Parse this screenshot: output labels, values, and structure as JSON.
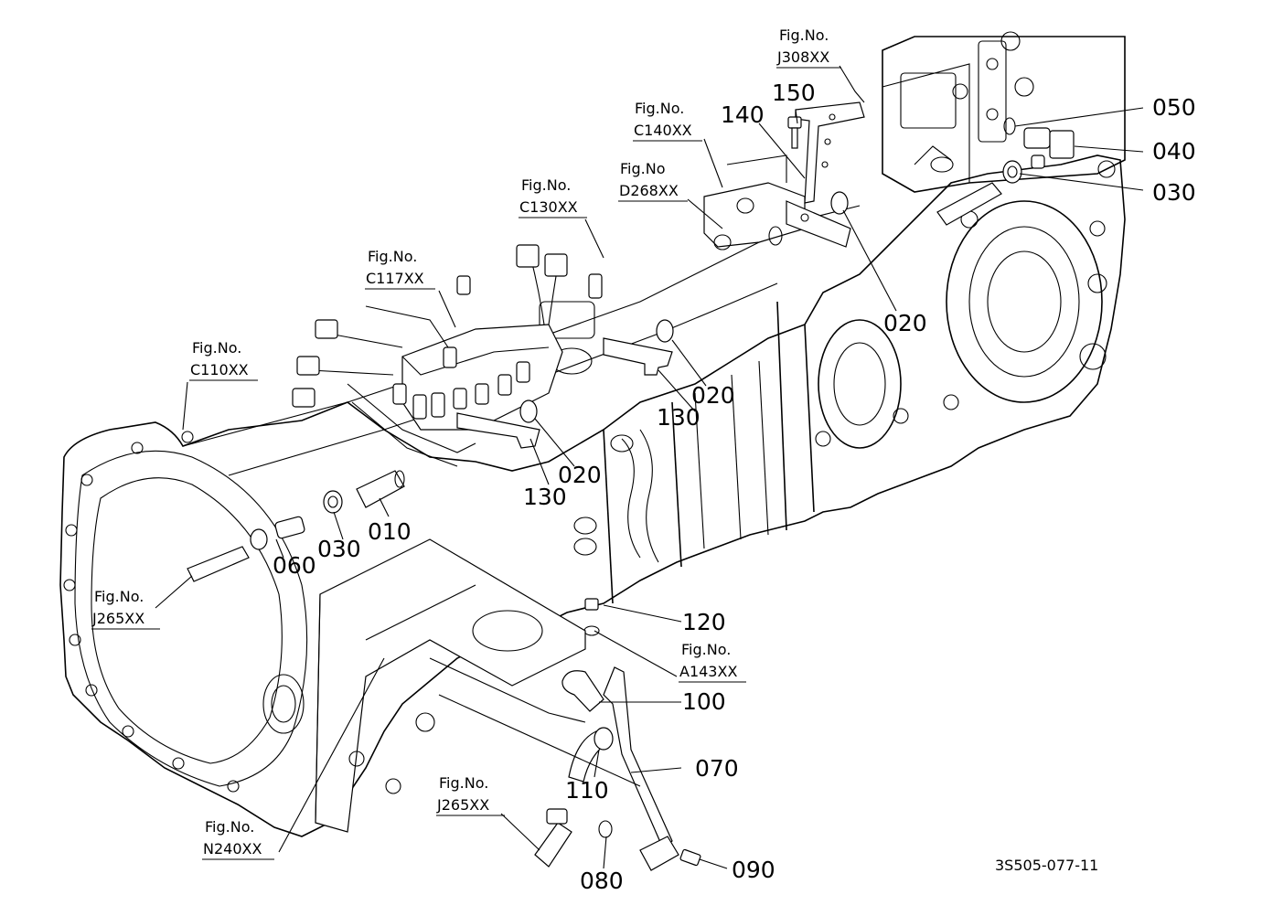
{
  "callouts": {
    "c010": "010",
    "c020a": "020",
    "c020b": "020",
    "c020c": "020",
    "c030a": "030",
    "c030b": "030",
    "c040": "040",
    "c050": "050",
    "c060": "060",
    "c070": "070",
    "c080": "080",
    "c090": "090",
    "c100": "100",
    "c110": "110",
    "c120": "120",
    "c130a": "130",
    "c130b": "130",
    "c140": "140",
    "c150": "150"
  },
  "figure_refs": [
    {
      "label": "Fig.No.",
      "code": "J308XX"
    },
    {
      "label": "Fig.No.",
      "code": "C140XX"
    },
    {
      "label": "Fig.No",
      "code": "D268XX"
    },
    {
      "label": "Fig.No.",
      "code": "C130XX"
    },
    {
      "label": "Fig.No.",
      "code": "C117XX"
    },
    {
      "label": "Fig.No.",
      "code": "C110XX"
    },
    {
      "label": "Fig.No.",
      "code": "J265XX"
    },
    {
      "label": "Fig.No.",
      "code": "A143XX"
    },
    {
      "label": "Fig.No.",
      "code": "J265XX"
    },
    {
      "label": "Fig.No.",
      "code": "N240XX"
    }
  ],
  "drawing_number": "3S505-077-11"
}
